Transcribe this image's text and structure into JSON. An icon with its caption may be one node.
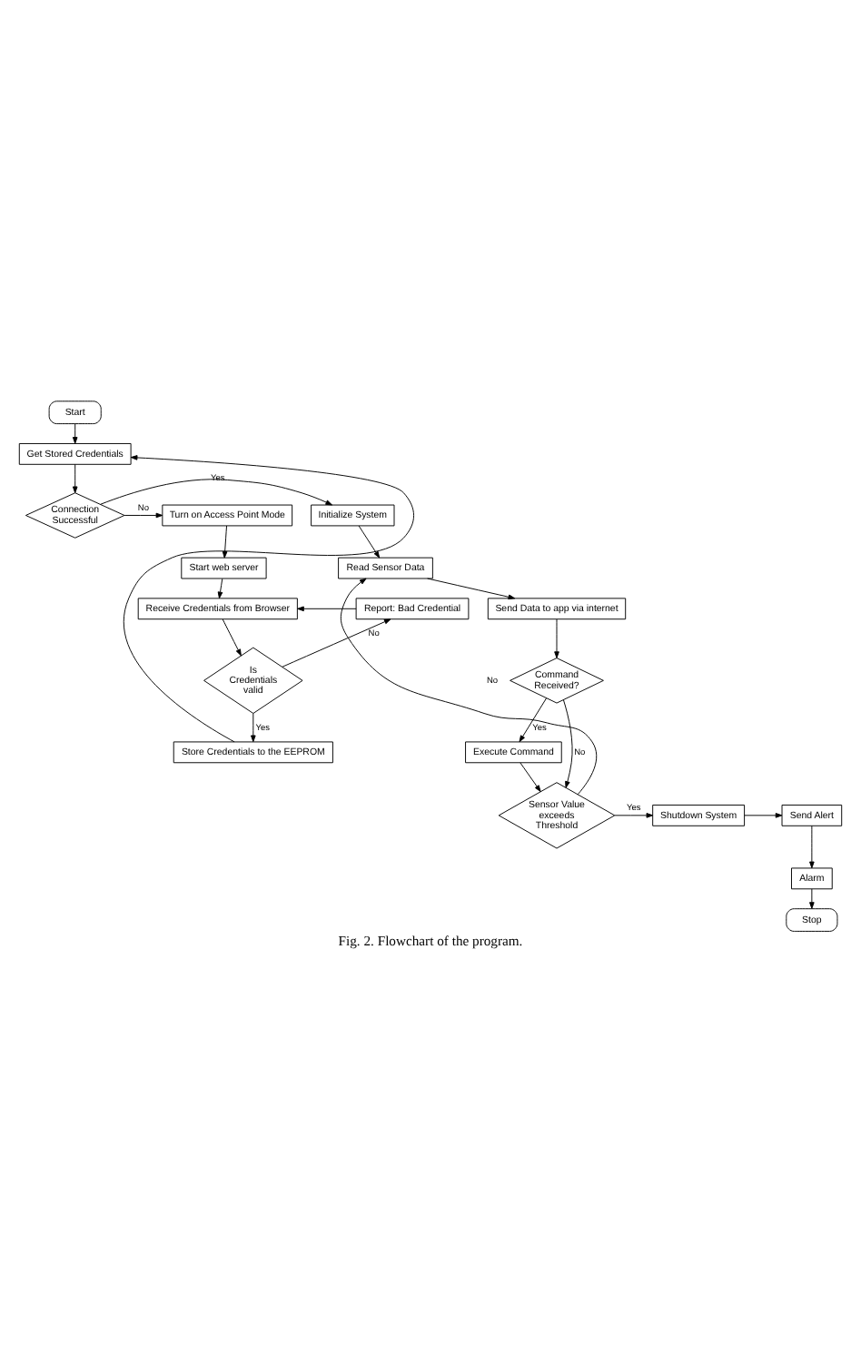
{
  "diagram": {
    "caption": "Fig. 2. Flowchart of the program.",
    "nodes": [
      {
        "text": [
          "Start"
        ]
      },
      {
        "text": [
          "Get Stored Credentials"
        ]
      },
      {
        "text": [
          "Connection Successful"
        ]
      },
      {
        "text": [
          "Initialize System"
        ]
      },
      {
        "text": [
          "Turn on Access Point Mode"
        ]
      },
      {
        "text": [
          "Read Sensor Data"
        ]
      },
      {
        "text": [
          "Start web server"
        ]
      },
      {
        "text": [
          "Send Data to app via internet"
        ]
      },
      {
        "text": [
          "Report: Bad Credential"
        ]
      },
      {
        "text": [
          "Receive Credentials from Browser"
        ]
      },
      {
        "text": [
          "Command Received?"
        ]
      },
      {
        "text": [
          "Is Credentials valid"
        ]
      },
      {
        "text": [
          "Execute Command"
        ]
      },
      {
        "text": [
          "Store Credentials to the EEPROM"
        ]
      },
      {
        "text": [
          "Sensor Value exceeds Threshold"
        ]
      },
      {
        "text": [
          "Shutdown System"
        ]
      },
      {
        "text": [
          "Send Alert"
        ]
      },
      {
        "text": [
          "Alarm"
        ]
      },
      {
        "text": [
          "Stop"
        ]
      }
    ],
    "edges": [
      {
        "from": 0,
        "to": 1,
        "arrow": "to"
      },
      {
        "from": 1,
        "to": 2,
        "arrow": "to"
      },
      {
        "from": 2,
        "to": 3,
        "arrow": "to",
        "label": "Yes"
      },
      {
        "from": 2,
        "to": 4,
        "arrow": "to",
        "label": "No"
      },
      {
        "from": 3,
        "to": 5,
        "arrow": "to"
      },
      {
        "from": 14,
        "to": 5,
        "arrow": "to",
        "label": "No"
      },
      {
        "from": 4,
        "to": 6,
        "arrow": "to"
      },
      {
        "from": 6,
        "to": 9,
        "arrow": "to"
      },
      {
        "from": 5,
        "to": 7,
        "arrow": "to"
      },
      {
        "from": 7,
        "to": 10,
        "arrow": "to"
      },
      {
        "from": 10,
        "to": 12,
        "arrow": "to",
        "label": "Yes"
      },
      {
        "from": 10,
        "to": 14,
        "arrow": "to",
        "label": "No"
      },
      {
        "from": 12,
        "to": 14,
        "arrow": "to"
      },
      {
        "from": 9,
        "to": 11,
        "arrow": "to"
      },
      {
        "from": 11,
        "to": 8,
        "arrow": "to",
        "label": "No"
      },
      {
        "from": 8,
        "to": 9,
        "arrow": "to"
      },
      {
        "from": 11,
        "to": 13,
        "arrow": "to",
        "label": "Yes"
      },
      {
        "from": 13,
        "to": 1,
        "arrow": "to"
      },
      {
        "from": 14,
        "to": 15,
        "arrow": "to",
        "label": "Yes"
      },
      {
        "from": 15,
        "to": 16,
        "arrow": "to"
      },
      {
        "from": 16,
        "to": 17,
        "arrow": "to"
      },
      {
        "from": 17,
        "to": 18,
        "arrow": "to"
      }
    ]
  }
}
